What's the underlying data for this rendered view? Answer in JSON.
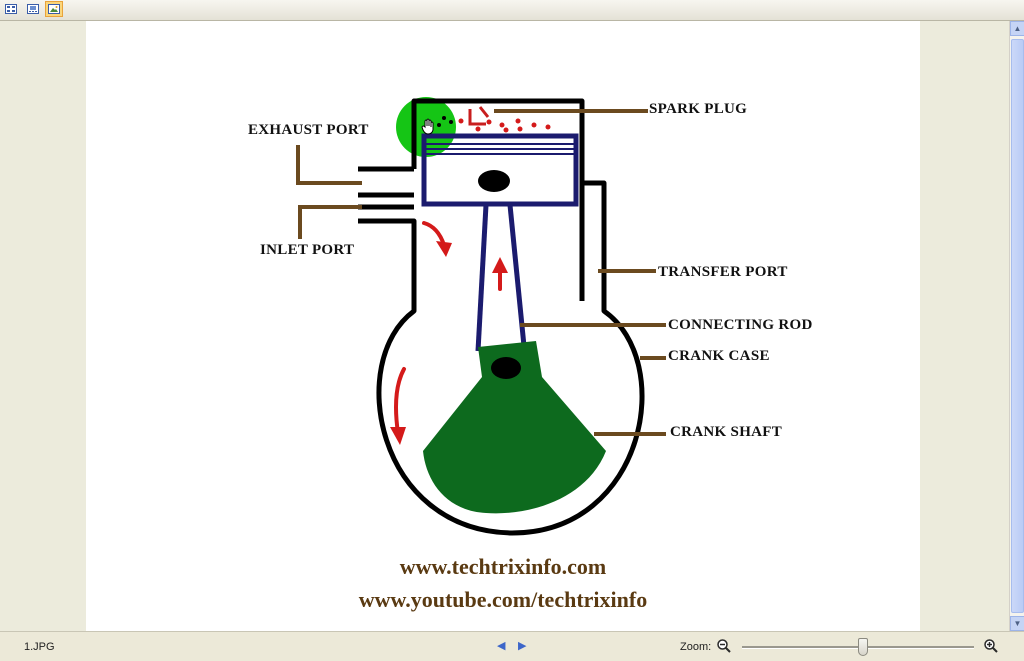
{
  "toolbar": {
    "buttons": [
      {
        "icon": "thumbnails-view-icon",
        "active": false
      },
      {
        "icon": "filmstrip-view-icon",
        "active": false
      },
      {
        "icon": "single-image-view-icon",
        "active": true
      }
    ]
  },
  "diagram": {
    "labels": {
      "exhaust_port": "EXHAUST PORT",
      "inlet_port": "INLET PORT",
      "spark_plug": "SPARK PLUG",
      "transfer_port": "TRANSFER PORT",
      "connecting_rod": "CONNECTING ROD",
      "crank_case": "CRANK CASE",
      "crank_shaft": "CRANK SHAFT"
    },
    "urls": [
      "www.techtrixinfo.com",
      "www.youtube.com/techtrixinfo"
    ],
    "colors": {
      "outline": "#000000",
      "piston": "#1b1b6e",
      "crank": "#0d6a1e",
      "arrows": "#d41a1a",
      "leaders": "#6b4a1f",
      "spark_glow": "#15c515"
    }
  },
  "statusbar": {
    "filename": "1.JPG",
    "zoom_label": "Zoom:",
    "zoom_level": 0.52
  }
}
